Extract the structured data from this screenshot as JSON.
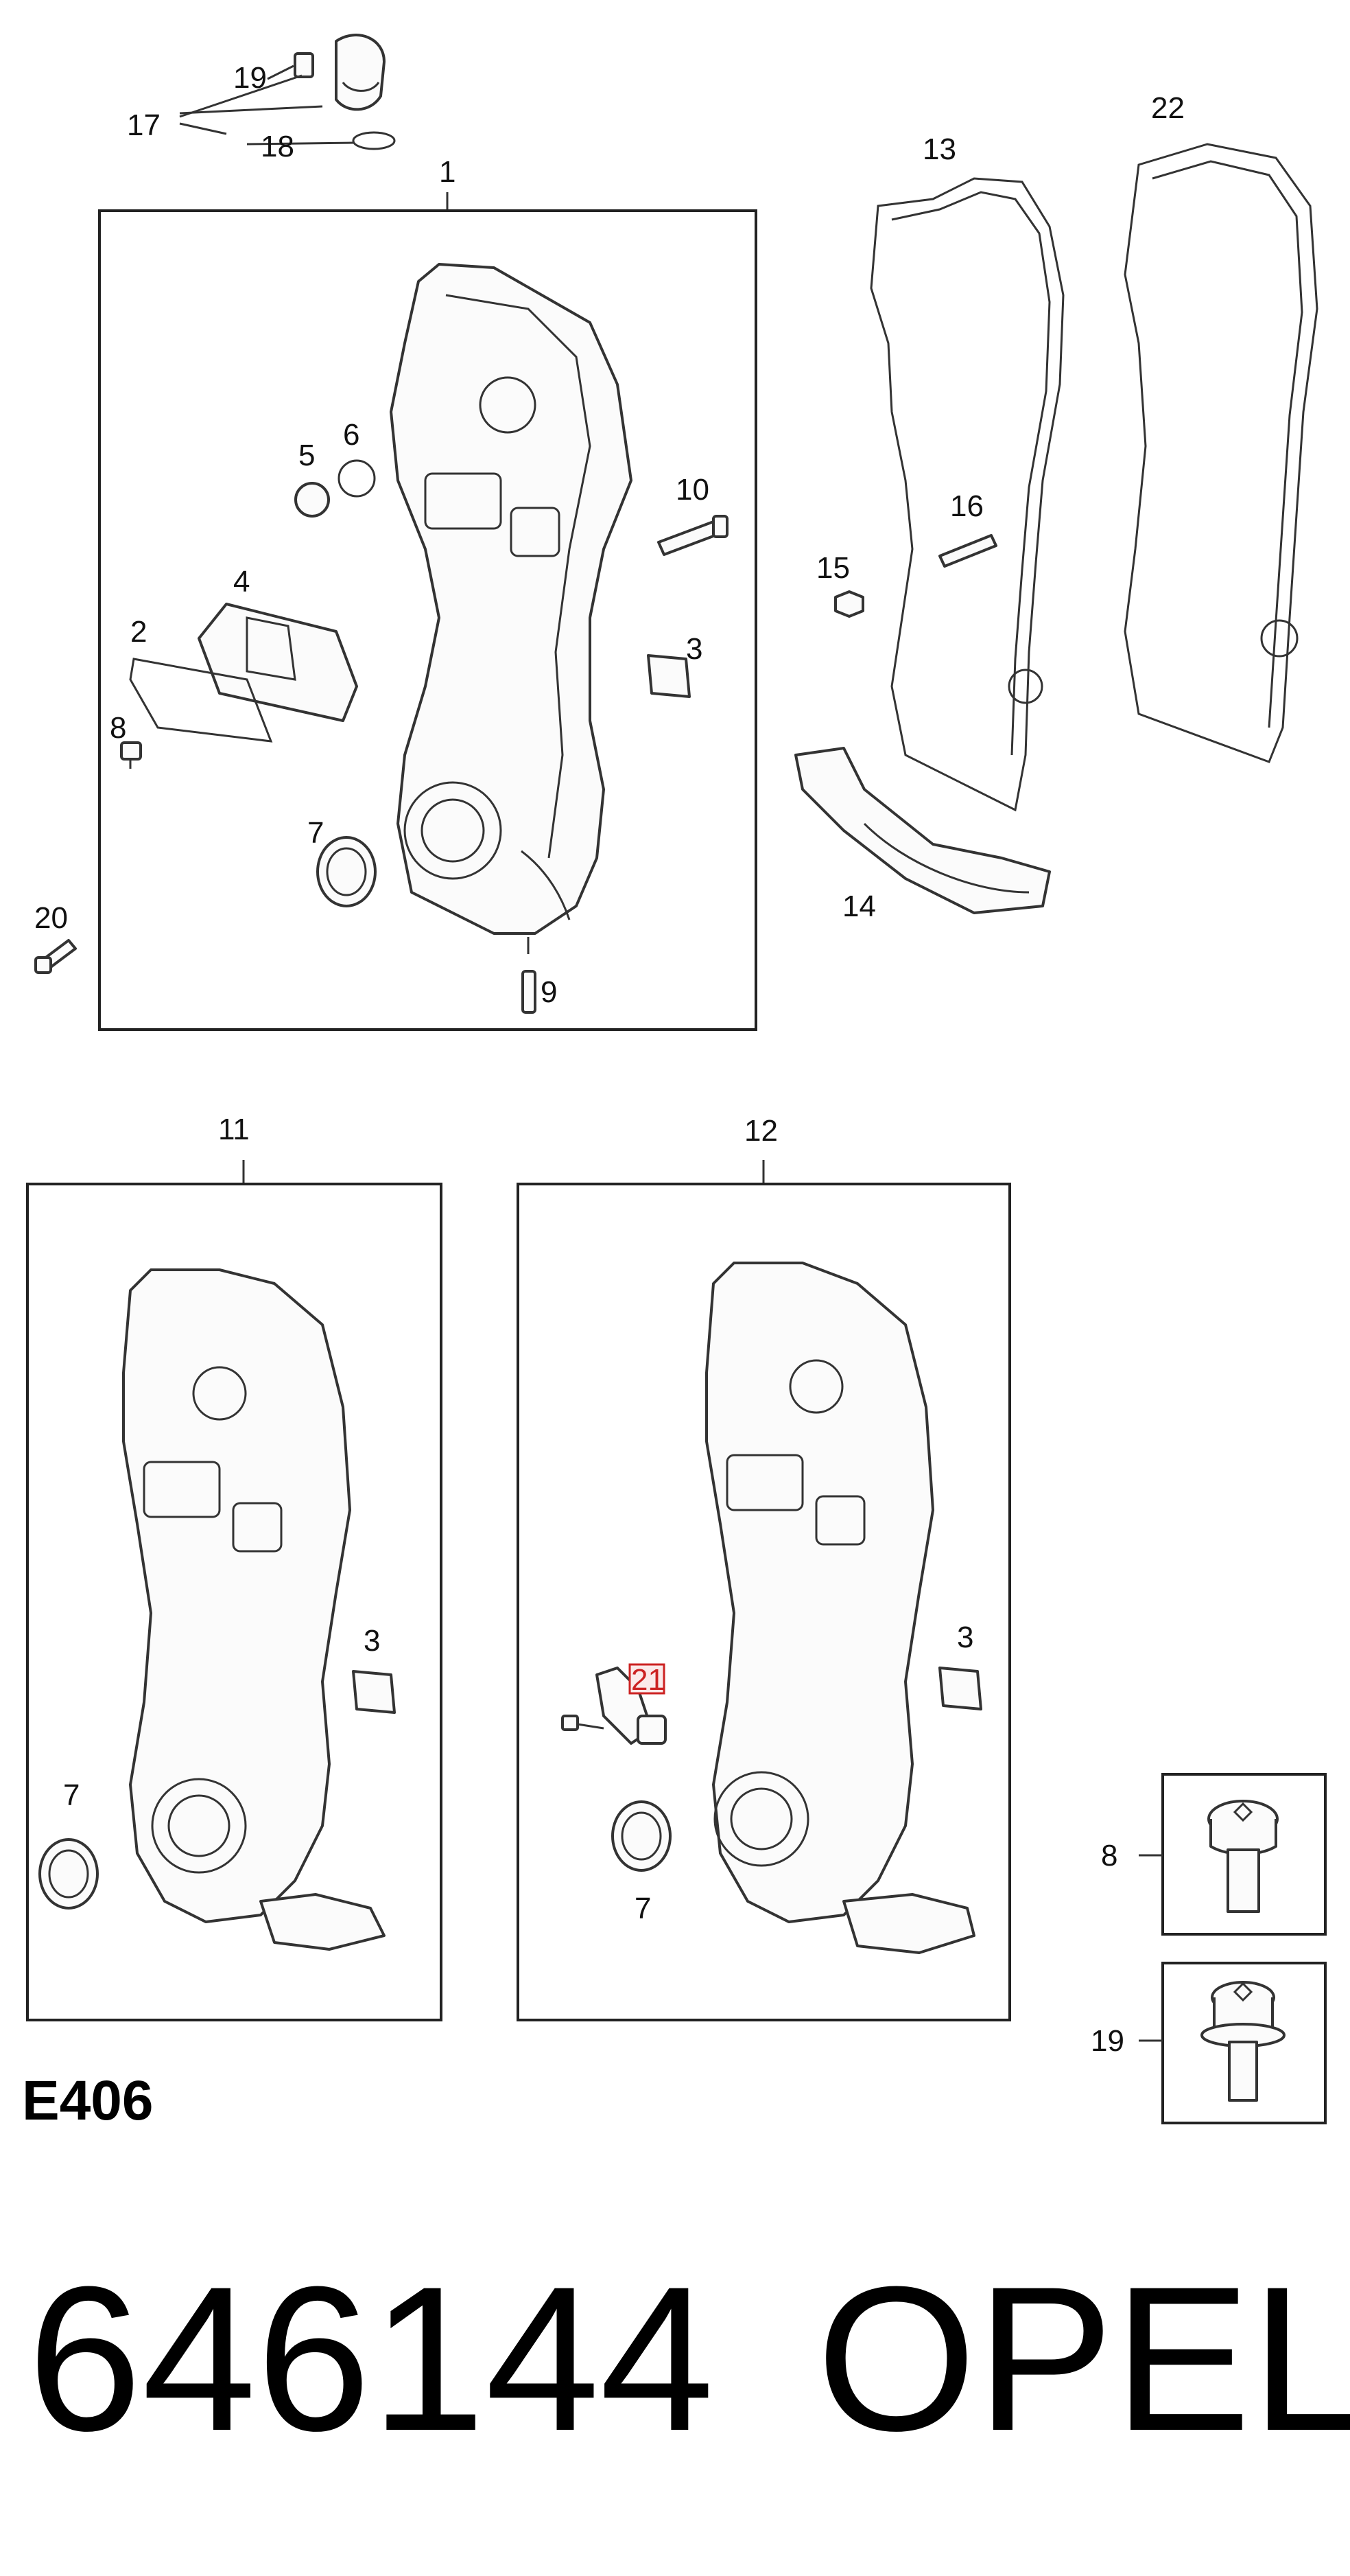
{
  "diagram": {
    "callouts": {
      "c1": "1",
      "c2": "2",
      "c3a": "3",
      "c4": "4",
      "c5": "5",
      "c6": "6",
      "c7a": "7",
      "c8a": "8",
      "c9": "9",
      "c10": "10",
      "c11": "11",
      "c12": "12",
      "c13": "13",
      "c14": "14",
      "c15": "15",
      "c16": "16",
      "c17": "17",
      "c18": "18",
      "c19a": "19",
      "c20": "20",
      "c22": "22",
      "c3b": "3",
      "c7b": "7",
      "c3c": "3",
      "c7c": "7",
      "c21": "21",
      "c8b": "8",
      "c19b": "19"
    },
    "diagram_code": "E406",
    "part_number": "646144",
    "brand": "OPEL",
    "highlight_color": "#cc2222",
    "line_color": "#333333"
  }
}
